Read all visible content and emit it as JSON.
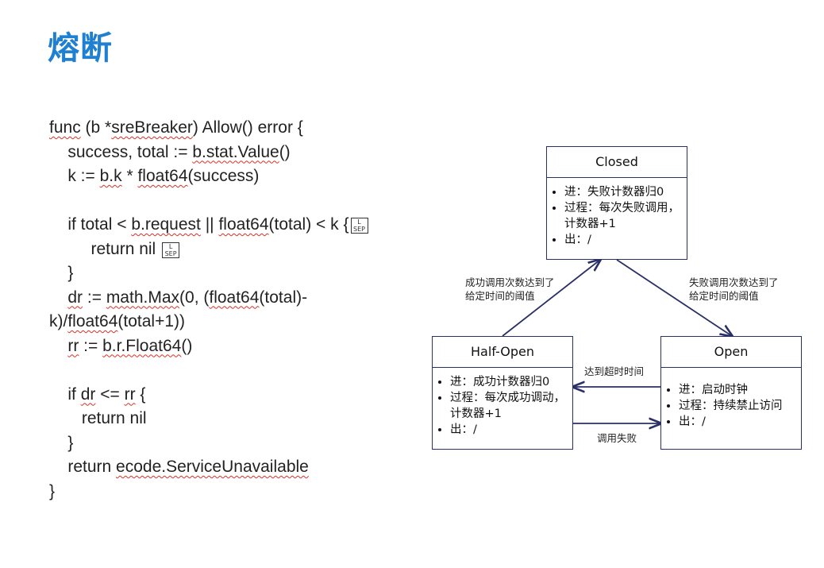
{
  "title": "熔断",
  "code": [
    [
      {
        "t": "func",
        "sq": true
      },
      {
        "t": " (b *"
      },
      {
        "t": "sreBreaker",
        "sq": true
      },
      {
        "t": ") Allow() error {"
      }
    ],
    [
      {
        "t": "    success, total := "
      },
      {
        "t": "b.stat.Value",
        "sq": true
      },
      {
        "t": "()"
      }
    ],
    [
      {
        "t": "    k := "
      },
      {
        "t": "b.k",
        "sq": true
      },
      {
        "t": " * "
      },
      {
        "t": "float64",
        "sq": true
      },
      {
        "t": "(success)"
      }
    ],
    [
      {
        "t": ""
      }
    ],
    [
      {
        "t": "    if total < "
      },
      {
        "t": "b.request",
        "sq": true
      },
      {
        "t": " || "
      },
      {
        "t": "float64",
        "sq": true
      },
      {
        "t": "(total) < k {"
      },
      {
        "sep": true
      }
    ],
    [
      {
        "t": "         return nil "
      },
      {
        "sep": true
      }
    ],
    [
      {
        "t": "    }"
      }
    ],
    [
      {
        "t": "    "
      },
      {
        "t": "dr",
        "sq": true
      },
      {
        "t": " := "
      },
      {
        "t": "math.Max",
        "sq": true
      },
      {
        "t": "(0, ("
      },
      {
        "t": "float64",
        "sq": true
      },
      {
        "t": "(total)-"
      }
    ],
    [
      {
        "t": "k)/"
      },
      {
        "t": "float64",
        "sq": true
      },
      {
        "t": "(total+1))"
      }
    ],
    [
      {
        "t": "    "
      },
      {
        "t": "rr",
        "sq": true
      },
      {
        "t": " := "
      },
      {
        "t": "b.r.Float64",
        "sq": true
      },
      {
        "t": "()"
      }
    ],
    [
      {
        "t": ""
      }
    ],
    [
      {
        "t": "    if "
      },
      {
        "t": "dr",
        "sq": true
      },
      {
        "t": " <= "
      },
      {
        "t": "rr",
        "sq": true
      },
      {
        "t": " {"
      }
    ],
    [
      {
        "t": "       return nil"
      }
    ],
    [
      {
        "t": "    }"
      }
    ],
    [
      {
        "t": "    return "
      },
      {
        "t": "ecode.ServiceUnavailable",
        "sq": true
      }
    ],
    [
      {
        "t": "}"
      }
    ]
  ],
  "separator_glyph": [
    "L",
    "SEP"
  ],
  "diagram": {
    "states": {
      "closed": {
        "name": "Closed",
        "items": [
          "进：失败计数器归0",
          "过程：每次失败调用，计数器+1",
          "出：/"
        ]
      },
      "half_open": {
        "name": "Half-Open",
        "items": [
          "进：成功计数器归0",
          "过程：每次成功调动，计数器+1",
          "出：/"
        ]
      },
      "open": {
        "name": "Open",
        "items": [
          "进：启动时钟",
          "过程：持续禁止访问",
          "出：/"
        ]
      }
    },
    "transitions": {
      "half_open_to_closed": [
        "成功调用次数达到了",
        "给定时间的阈值"
      ],
      "closed_to_open": [
        "失败调用次数达到了",
        "给定时间的阈值"
      ],
      "open_to_half_open": "达到超时时间",
      "half_open_to_open": "调用失败"
    },
    "colors": {
      "box_border": "#2a2f66",
      "arrow": "#2a2f66"
    }
  },
  "colors": {
    "title": "#1f7fd0",
    "squiggle": "#d93025"
  }
}
